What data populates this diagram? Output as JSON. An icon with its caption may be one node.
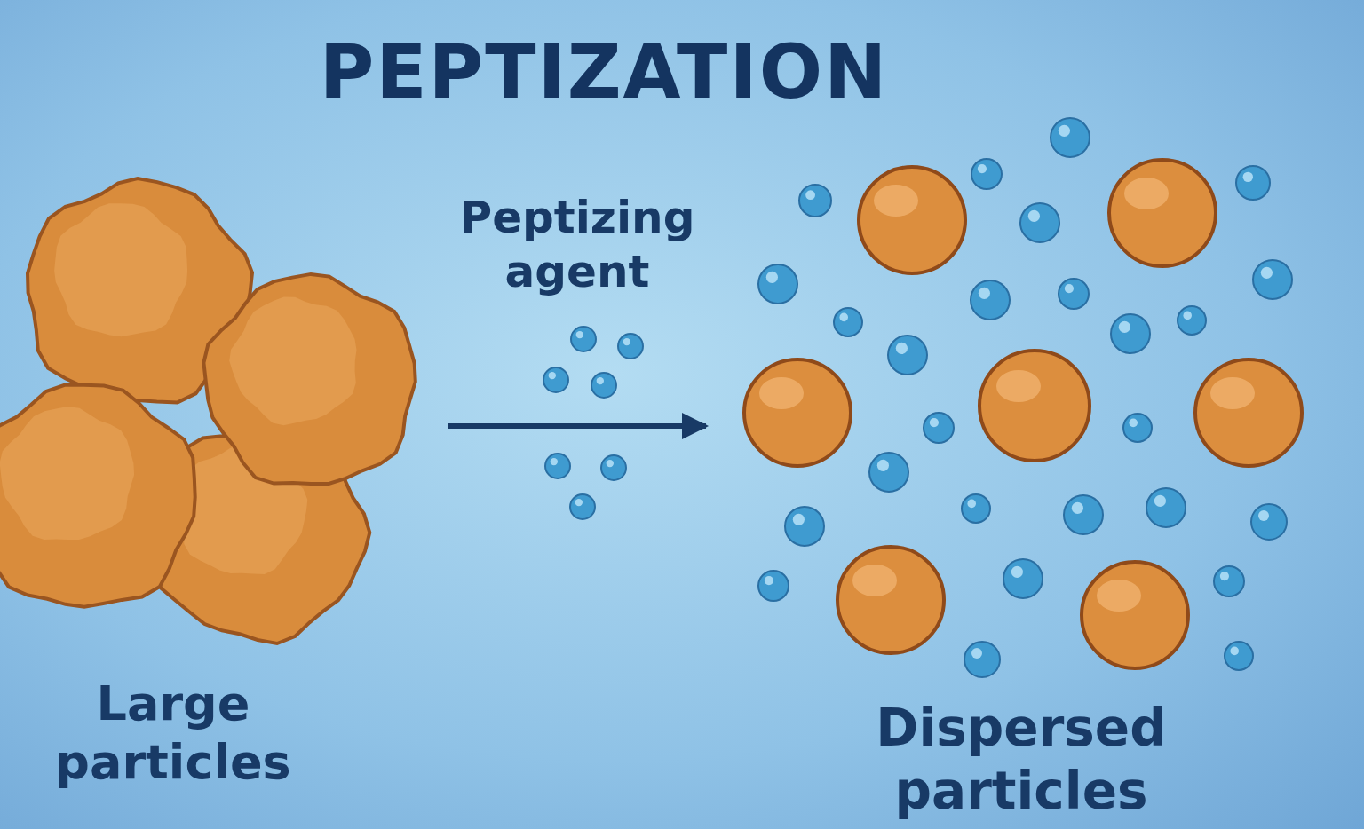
{
  "diagram": {
    "title": "PEPTIZATION",
    "nodes": [
      {
        "text": [
          "Large particles"
        ]
      },
      {
        "text": [
          "Dispersed particles"
        ]
      }
    ],
    "edges": [
      {
        "from": 0,
        "to": 1,
        "arrow": "to",
        "label": "Peptizing agent"
      }
    ]
  }
}
